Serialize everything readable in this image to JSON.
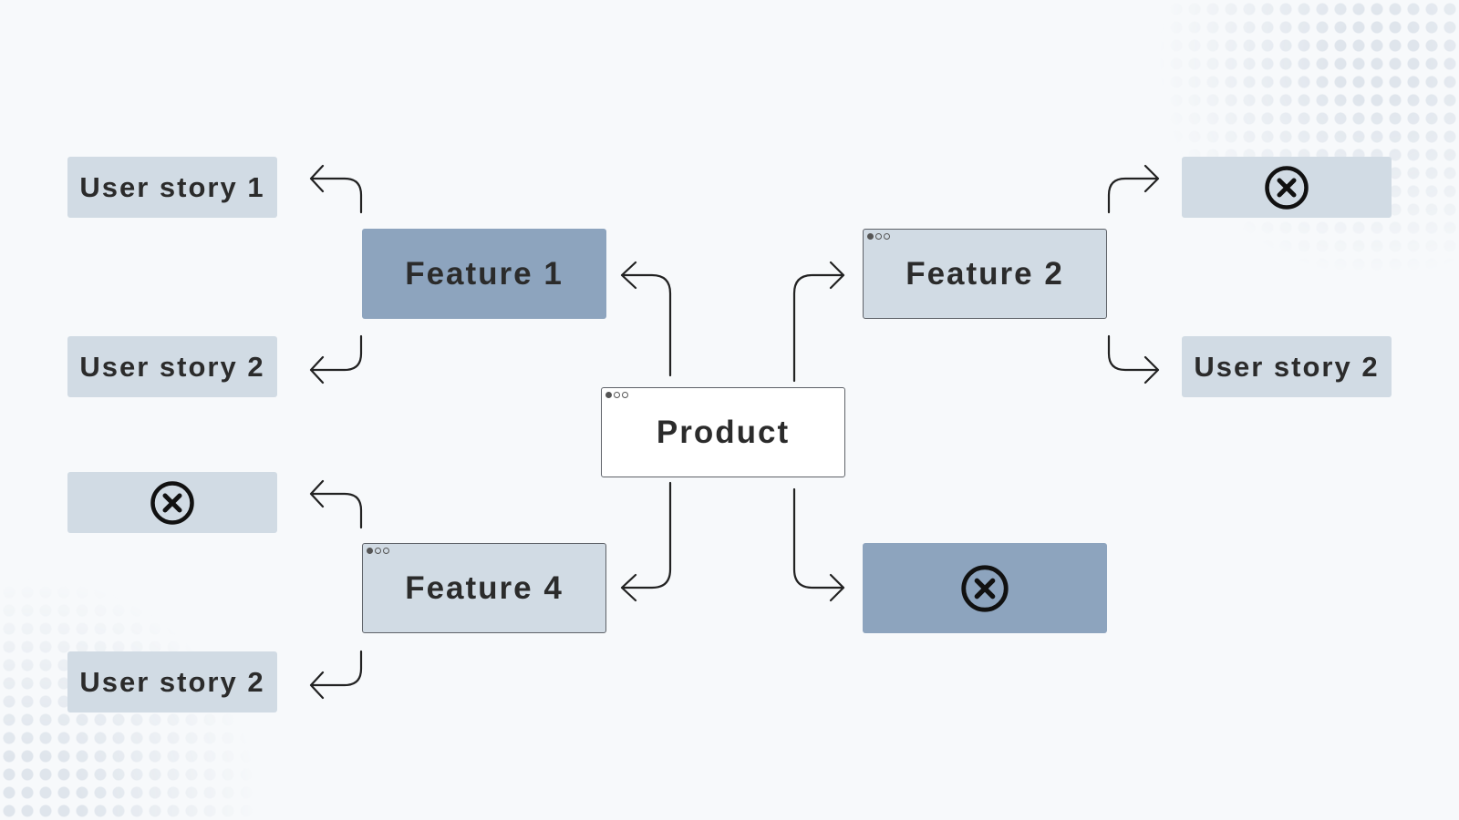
{
  "product": {
    "label": "Product"
  },
  "features": {
    "f1": {
      "label": "Feature 1"
    },
    "f2": {
      "label": "Feature 2"
    },
    "f4": {
      "label": "Feature 4"
    },
    "f3": {
      "icon": "close-circle-icon"
    }
  },
  "stories": {
    "left_1": {
      "label": "User story 1"
    },
    "left_2": {
      "label": "User story 2"
    },
    "left_3": {
      "icon": "close-circle-icon"
    },
    "left_4": {
      "label": "User story 2"
    },
    "right_1": {
      "icon": "close-circle-icon"
    },
    "right_2": {
      "label": "User story 2"
    }
  },
  "colors": {
    "story_bg": "#d1dbe4",
    "feature_dark_bg": "#8da4be",
    "feature_light_bg": "#d1dbe4",
    "product_bg": "#ffffff",
    "line": "#222222"
  }
}
